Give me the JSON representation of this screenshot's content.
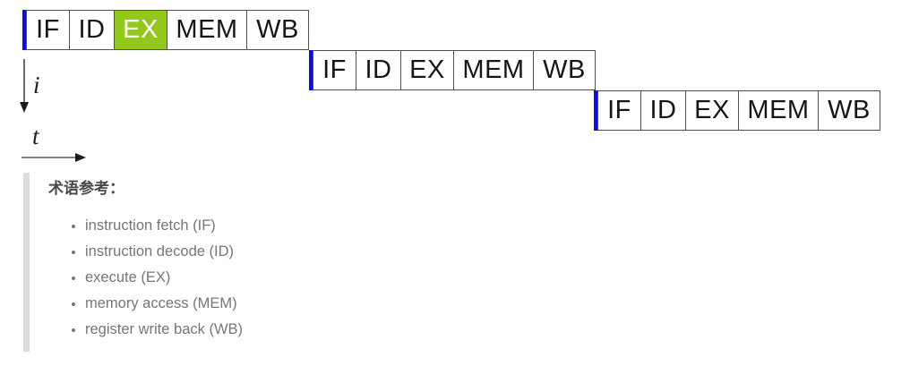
{
  "pipeline": {
    "stage_labels": [
      "IF",
      "ID",
      "EX",
      "MEM",
      "WB"
    ],
    "rows": [
      {
        "cells": [
          "IF",
          "ID",
          "EX",
          "MEM",
          "WB"
        ]
      },
      {
        "cells": [
          "IF",
          "ID",
          "EX",
          "MEM",
          "WB"
        ]
      },
      {
        "cells": [
          "IF",
          "ID",
          "EX",
          "MEM",
          "WB"
        ]
      }
    ],
    "highlight": {
      "row": 0,
      "stage_index": 2,
      "stage": "EX"
    },
    "axes": {
      "instruction_label": "i",
      "time_label": "t"
    },
    "colors": {
      "highlight_green": "#92C81A",
      "start_marker_blue": "#0B0BEF",
      "cell_border": "#4f4f4f"
    }
  },
  "legend": {
    "title": "术语参考：",
    "items": [
      "instruction fetch (IF)",
      "instruction decode (ID)",
      "execute (EX)",
      "memory access (MEM)",
      "register write back (WB)"
    ]
  }
}
